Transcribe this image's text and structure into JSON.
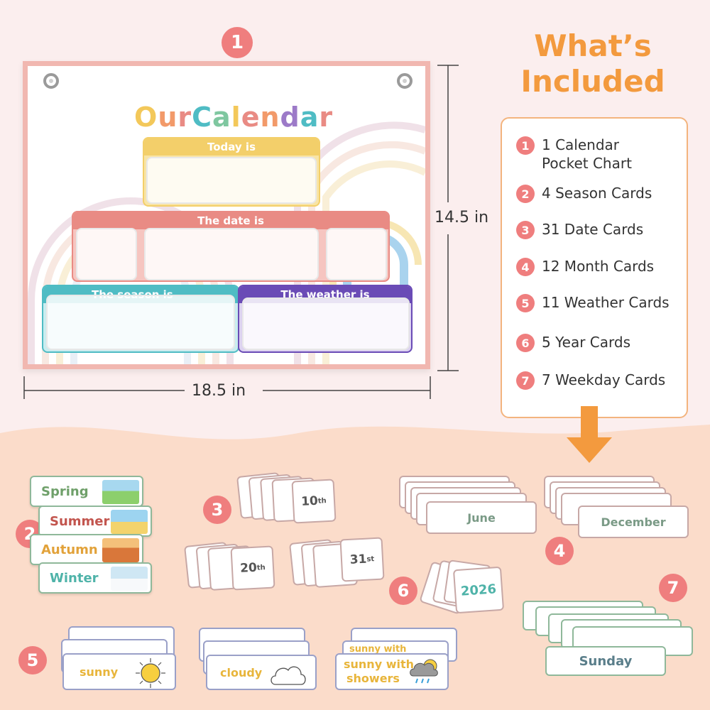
{
  "badge1": "1",
  "chart": {
    "title_letters": [
      "O",
      "u",
      "r",
      " ",
      "C",
      "a",
      "l",
      "e",
      "n",
      "d",
      "a",
      "r"
    ],
    "today": "Today is",
    "date": "The date is",
    "season": "The season is",
    "weather": "The weather is"
  },
  "dims": {
    "height": "14.5 in",
    "width": "18.5 in"
  },
  "included": {
    "title_line1": "What’s",
    "title_line2": "Included",
    "items": [
      {
        "n": "1",
        "line1": "1  Calendar",
        "line2": "Pocket Chart"
      },
      {
        "n": "2",
        "line1": "4 Season Cards"
      },
      {
        "n": "3",
        "line1": "31 Date Cards"
      },
      {
        "n": "4",
        "line1": "12 Month Cards"
      },
      {
        "n": "5",
        "line1": "11 Weather Cards"
      },
      {
        "n": "6",
        "line1": "5 Year Cards"
      },
      {
        "n": "7",
        "line1": "7 Weekday Cards"
      }
    ]
  },
  "seasons": [
    "Spring",
    "Summer",
    "Autumn",
    "Winter"
  ],
  "badges": {
    "b2": "2",
    "b3": "3",
    "b4": "4",
    "b5": "5",
    "b6": "6",
    "b7": "7"
  },
  "dates": {
    "d10": "10",
    "d10s": "th",
    "d20": "20",
    "d20s": "th",
    "d31": "31",
    "d31s": "st"
  },
  "months": {
    "june": "June",
    "december": "December"
  },
  "year": "2026",
  "weekday": "Sunday",
  "weather": {
    "sunny": "sunny",
    "cloudy": "cloudy",
    "showers_back": "sunny with",
    "showers1": "sunny with",
    "showers2": "showers"
  },
  "colors": {
    "badge": "#ef7e7e",
    "orange": "#f39a3e",
    "today": "#f3cf6a",
    "date": "#e98b84",
    "season": "#4fbcc4",
    "weather": "#6a4bb6"
  }
}
